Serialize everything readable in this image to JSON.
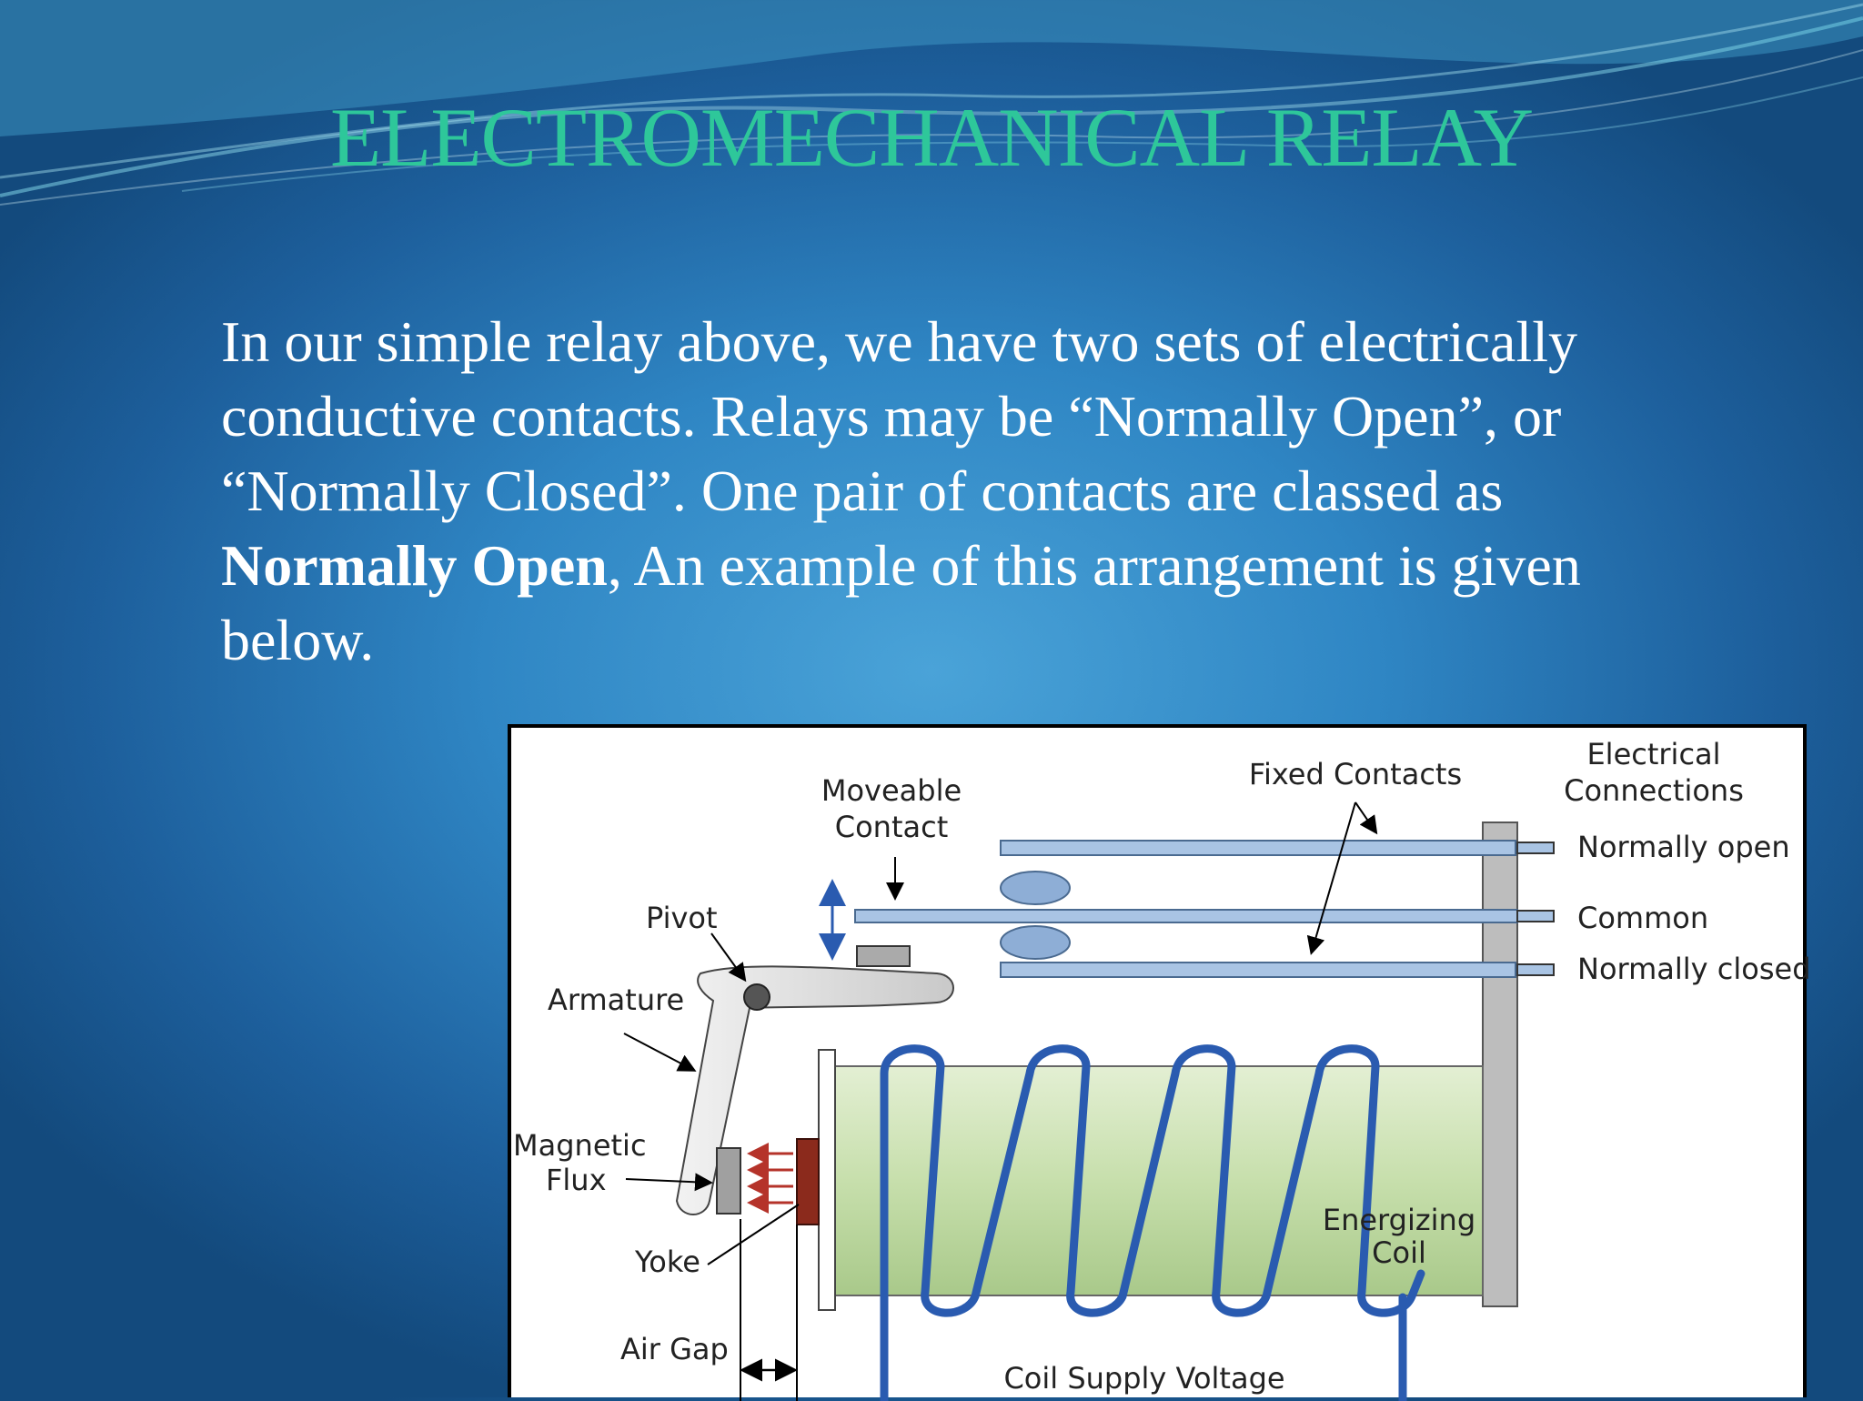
{
  "slide": {
    "title": "ELECTROMECHANICAL  RELAY",
    "paragraph": {
      "before_bold": "In our simple relay above, we have two sets of electrically conductive contacts. Relays may be “Normally Open”, or “Normally Closed”. One pair of contacts are classed as ",
      "bold": "Normally Open",
      "after_bold": ",  An example of this arrangement is given below."
    }
  },
  "diagram": {
    "labels": {
      "moveable_contact_1": "Moveable",
      "moveable_contact_2": "Contact",
      "fixed_contacts": "Fixed Contacts",
      "electrical_connections_1": "Electrical",
      "electrical_connections_2": "Connections",
      "normally_open": "Normally open",
      "common": "Common",
      "normally_closed": "Normally closed",
      "pivot": "Pivot",
      "armature": "Armature",
      "magnetic_flux_1": "Magnetic",
      "magnetic_flux_2": "Flux",
      "yoke": "Yoke",
      "air_gap": "Air Gap",
      "energizing_coil_1": "Energizing",
      "energizing_coil_2": "Coil",
      "coil_supply_voltage": "Coil Supply Voltage"
    },
    "colors": {
      "contact_blue": "#a9c4e4",
      "coil_wire": "#2a5bb0",
      "core_green": "#cfe3b7",
      "yoke_red": "#8b2a1c",
      "frame_grey": "#bdbdbd",
      "flux_arrow": "#b5332a"
    }
  }
}
